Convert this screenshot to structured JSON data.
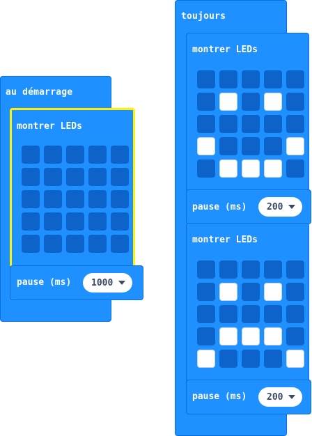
{
  "on_start": {
    "label": "au démarrage",
    "show_leds": {
      "label": "montrer LEDs",
      "leds": [
        [
          0,
          0,
          0,
          0,
          0
        ],
        [
          0,
          0,
          0,
          0,
          0
        ],
        [
          0,
          0,
          0,
          0,
          0
        ],
        [
          0,
          0,
          0,
          0,
          0
        ],
        [
          0,
          0,
          0,
          0,
          0
        ]
      ]
    },
    "pause": {
      "label": "pause (ms)",
      "value": "1000"
    }
  },
  "forever": {
    "label": "toujours",
    "show_leds_1": {
      "label": "montrer LEDs",
      "leds": [
        [
          0,
          0,
          0,
          0,
          0
        ],
        [
          0,
          1,
          0,
          1,
          0
        ],
        [
          0,
          0,
          0,
          0,
          0
        ],
        [
          1,
          0,
          0,
          0,
          1
        ],
        [
          0,
          1,
          1,
          1,
          0
        ]
      ]
    },
    "pause_1": {
      "label": "pause (ms)",
      "value": "200"
    },
    "show_leds_2": {
      "label": "montrer LEDs",
      "leds": [
        [
          0,
          0,
          0,
          0,
          0
        ],
        [
          0,
          1,
          0,
          1,
          0
        ],
        [
          0,
          0,
          0,
          0,
          0
        ],
        [
          0,
          1,
          1,
          1,
          0
        ],
        [
          1,
          0,
          0,
          0,
          1
        ]
      ]
    },
    "pause_2": {
      "label": "pause (ms)",
      "value": "200"
    }
  }
}
